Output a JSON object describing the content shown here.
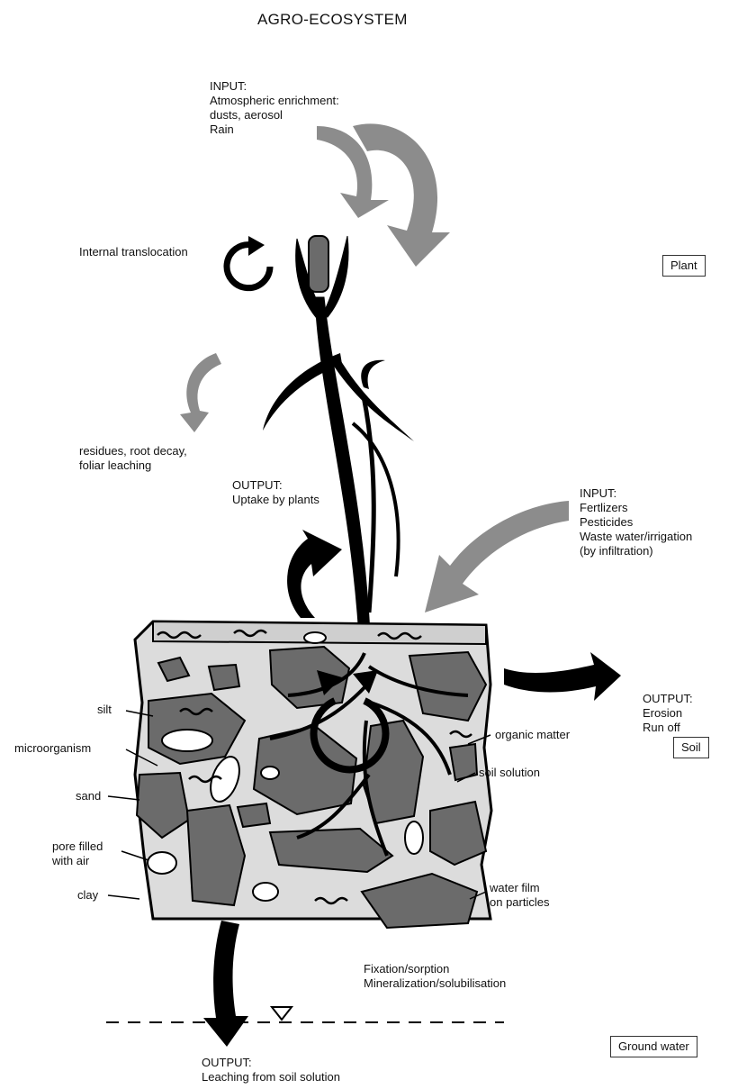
{
  "title": "AGRO-ECOSYSTEM",
  "zones": {
    "plant": "Plant",
    "soil": "Soil",
    "ground_water": "Ground water"
  },
  "atmospheric_input": {
    "line1": "INPUT:",
    "line2": "Atmospheric enrichment:",
    "line3": "dusts, aerosol",
    "line4": "Rain"
  },
  "internal_translocation": "Internal translocation",
  "residues": {
    "line1": "residues, root decay,",
    "line2": "foliar leaching"
  },
  "uptake_output": {
    "line1": "OUTPUT:",
    "line2": "Uptake by plants"
  },
  "agri_input": {
    "line1": "INPUT:",
    "line2": "Fertlizers",
    "line3": "Pesticides",
    "line4": "Waste water/irrigation",
    "line5": "(by infiltration)"
  },
  "erosion_output": {
    "line1": "OUTPUT:",
    "line2": "Erosion",
    "line3": "Run off"
  },
  "soil_labels": {
    "silt": "silt",
    "microorganism": "microorganism",
    "sand": "sand",
    "pore_line1": "pore filled",
    "pore_line2": "with air",
    "clay": "clay",
    "organic_matter": "organic matter",
    "soil_solution": "soil solution",
    "water_film_line1": "water film",
    "water_film_line2": "on particles"
  },
  "fixation": {
    "line1": "Fixation/sorption",
    "line2": "Mineralization/solubilisation"
  },
  "leaching_output": {
    "line1": "OUTPUT:",
    "line2": "Leaching from soil solution"
  },
  "colors": {
    "grey_arrow": "#8c8c8c",
    "particle": "#6b6b6b",
    "soil_bg": "#dcdcdc",
    "black": "#000000"
  }
}
